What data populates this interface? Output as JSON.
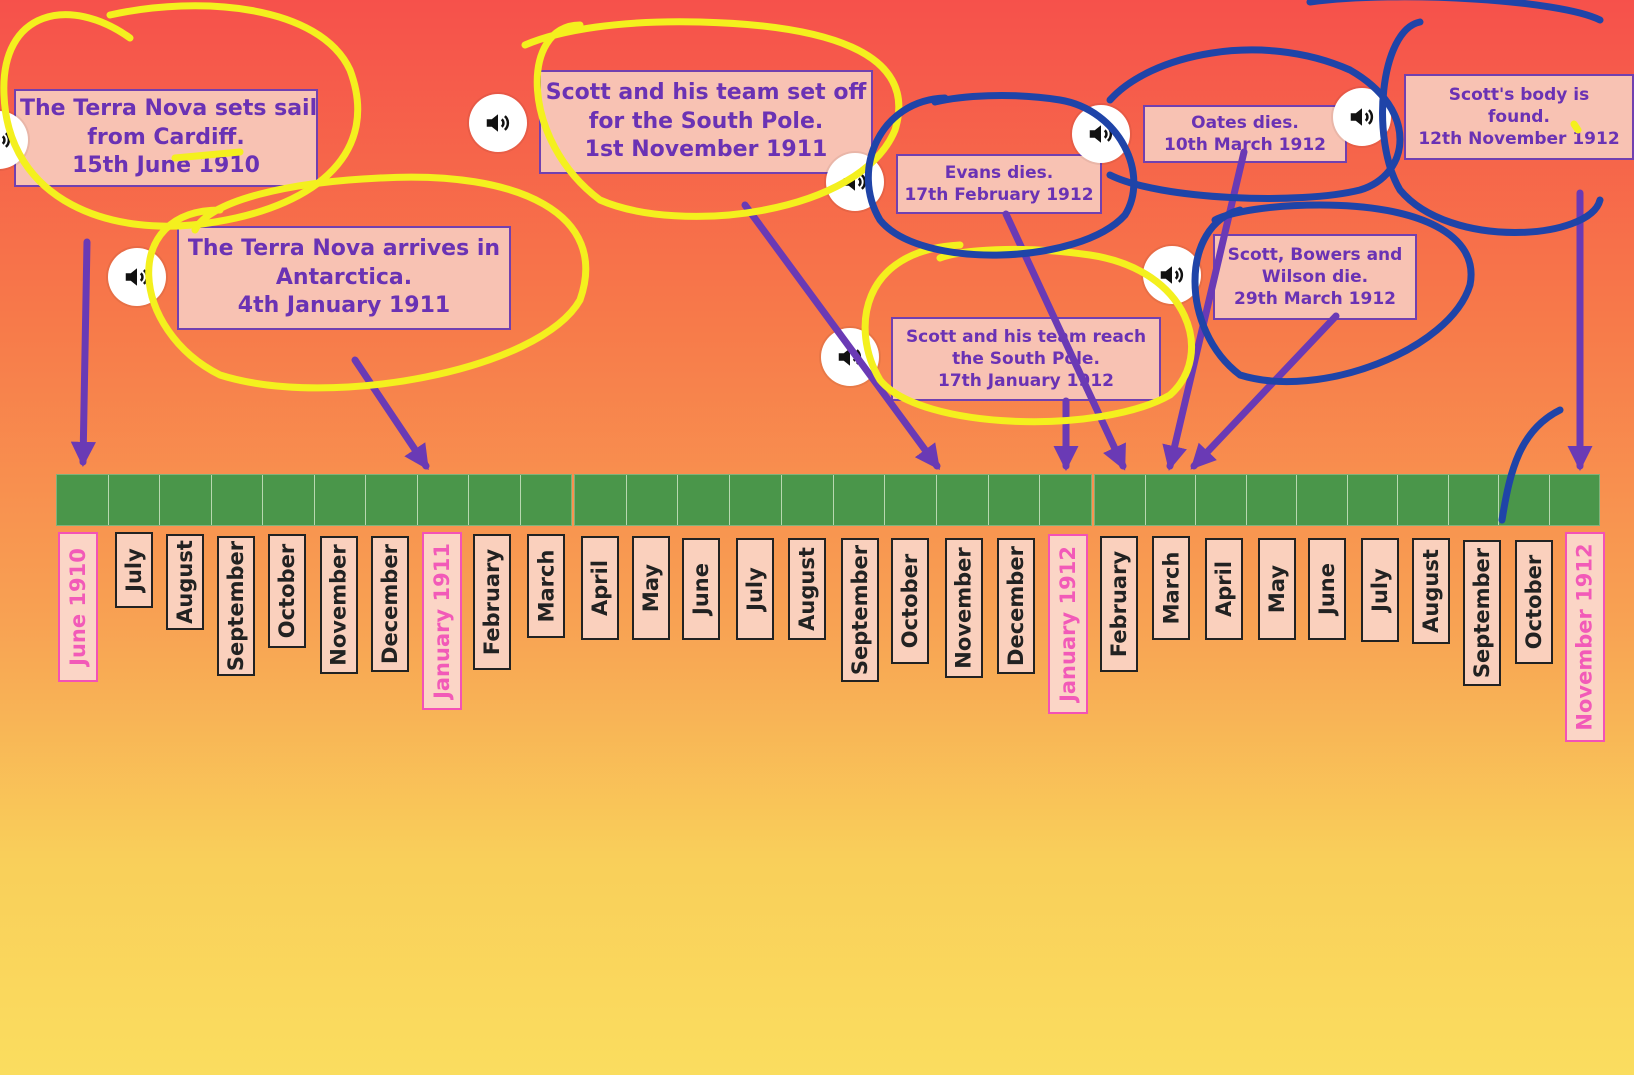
{
  "colors": {
    "event_text": "#6a32b4",
    "event_bg": "#f8c2b3",
    "bar_green": "#4a964a",
    "year_label": "#f25ab8",
    "arrow": "#6a3ab5",
    "yellow_scribble": "#f4f01e",
    "blue_scribble": "#1f44a8"
  },
  "events": [
    {
      "id": "sets-sail",
      "lines": [
        "The Terra Nova sets sail",
        "from Cardiff.",
        "15th June 1910"
      ]
    },
    {
      "id": "arrives",
      "lines": [
        "The Terra Nova arrives in",
        "Antarctica.",
        "4th January 1911"
      ]
    },
    {
      "id": "set-off",
      "lines": [
        "Scott and his team set off",
        "for the South Pole.",
        "1st November 1911"
      ]
    },
    {
      "id": "evans-dies",
      "lines": [
        "Evans dies.",
        "17th February 1912"
      ]
    },
    {
      "id": "oates-dies",
      "lines": [
        "Oates dies.",
        "10th March 1912"
      ]
    },
    {
      "id": "body-found",
      "lines": [
        "Scott's body is",
        "found.",
        "12th November 1912"
      ]
    },
    {
      "id": "scott-dies",
      "lines": [
        "Scott, Bowers and",
        "Wilson die.",
        "29th March 1912"
      ]
    },
    {
      "id": "reach-pole",
      "lines": [
        "Scott and his team reach",
        "the South Pole.",
        "17th January 1912"
      ]
    }
  ],
  "speaker_icon": "speaker-volume-icon",
  "months": [
    "June 1910",
    "July",
    "August",
    "September",
    "October",
    "November",
    "December",
    "January 1911",
    "February",
    "March",
    "April",
    "May",
    "June",
    "July",
    "August",
    "September",
    "October",
    "November",
    "December",
    "January 1912",
    "February",
    "March",
    "April",
    "May",
    "June",
    "July",
    "August",
    "September",
    "October",
    "November 1912"
  ]
}
